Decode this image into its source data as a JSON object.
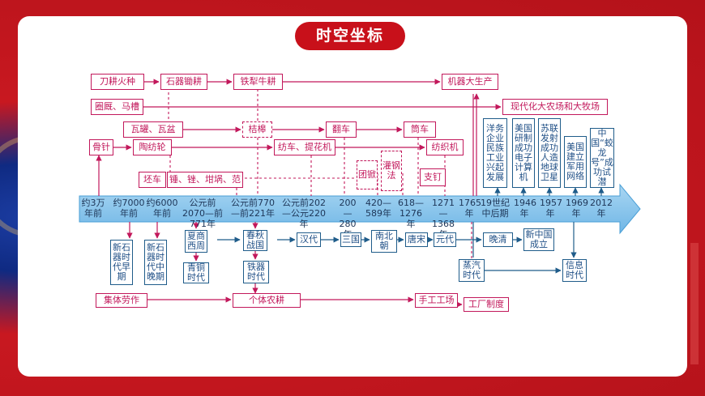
{
  "title": "时空坐标",
  "top_row": [
    "刀耕火种",
    "石器锄耕",
    "铁犁牛耕",
    "机器大生产"
  ],
  "row2": [
    "圈厩、马槽",
    "现代化大农场和大牧场"
  ],
  "row3": [
    "瓦罐、瓦盆",
    "桔槔",
    "翻车",
    "筒车"
  ],
  "row4": [
    "骨针",
    "陶纺轮",
    "纺车、提花机",
    "纺织机"
  ],
  "row5": [
    "坯车",
    "锤、锉、坩埚、范",
    "团锨",
    "灌钢法",
    "支钉"
  ],
  "modern": [
    "洋务企业民族工业兴起发展",
    "美国研制成功电子计算机",
    "苏联发射成功人造地球卫星",
    "美国建立军用网络",
    "中国“蛟龙号”成功试潜"
  ],
  "timeline": [
    "约3万年前",
    "约7000年前",
    "约6000年前",
    "公元前2070—前771年",
    "公元前770—前221年",
    "公元前202—公元220年",
    "200—280年",
    "420—589年",
    "618—1276年",
    "1271—1368年",
    "1765年",
    "19世纪中后期",
    "1946年",
    "1957年",
    "1969年",
    "2012年"
  ],
  "below": [
    "新石器时代早期",
    "新石器时代中晚期",
    "夏商西周",
    "春秋战国",
    "汉代",
    "三国",
    "南北朝",
    "唐宋",
    "元代",
    "晚清",
    "新中国成立"
  ],
  "below2": [
    "青铜时代",
    "铁器时代",
    "蒸汽时代",
    "信息时代"
  ],
  "bottom": [
    "集体劳作",
    "个体农耕",
    "手工工场",
    "工厂制度"
  ]
}
